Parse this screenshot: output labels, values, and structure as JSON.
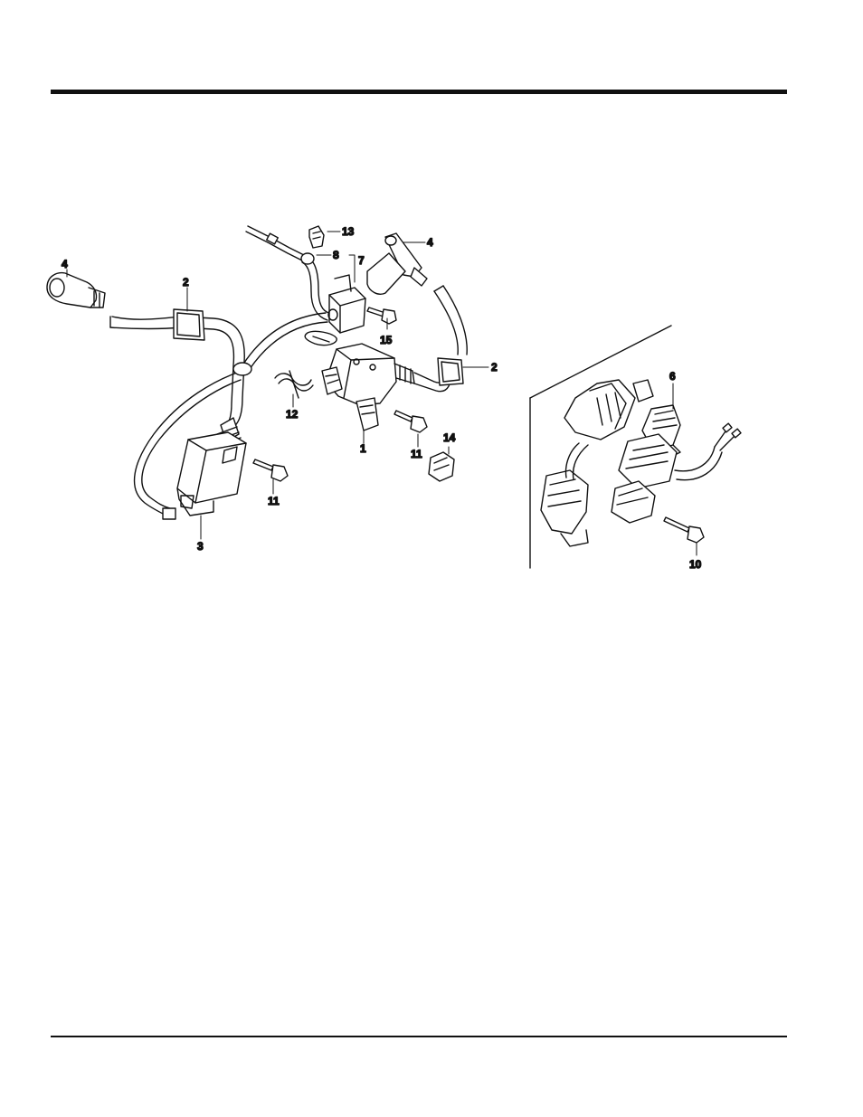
{
  "diagram": {
    "left_callouts": [
      {
        "id": "c4a",
        "text": "4"
      },
      {
        "id": "c2a",
        "text": "2"
      },
      {
        "id": "c13",
        "text": "13"
      },
      {
        "id": "c8",
        "text": "8"
      },
      {
        "id": "c7",
        "text": "7"
      },
      {
        "id": "c4b",
        "text": "4"
      },
      {
        "id": "c15",
        "text": "15"
      },
      {
        "id": "c2b",
        "text": "2"
      },
      {
        "id": "c12",
        "text": "12"
      },
      {
        "id": "c1",
        "text": "1"
      },
      {
        "id": "c11a",
        "text": "11"
      },
      {
        "id": "c14",
        "text": "14"
      },
      {
        "id": "c11b",
        "text": "11"
      },
      {
        "id": "c3",
        "text": "3"
      }
    ],
    "right_callouts": [
      {
        "id": "c6",
        "text": "6"
      },
      {
        "id": "c10",
        "text": "10"
      }
    ]
  },
  "colors": {
    "ink": "#111111",
    "paper": "#ffffff"
  }
}
